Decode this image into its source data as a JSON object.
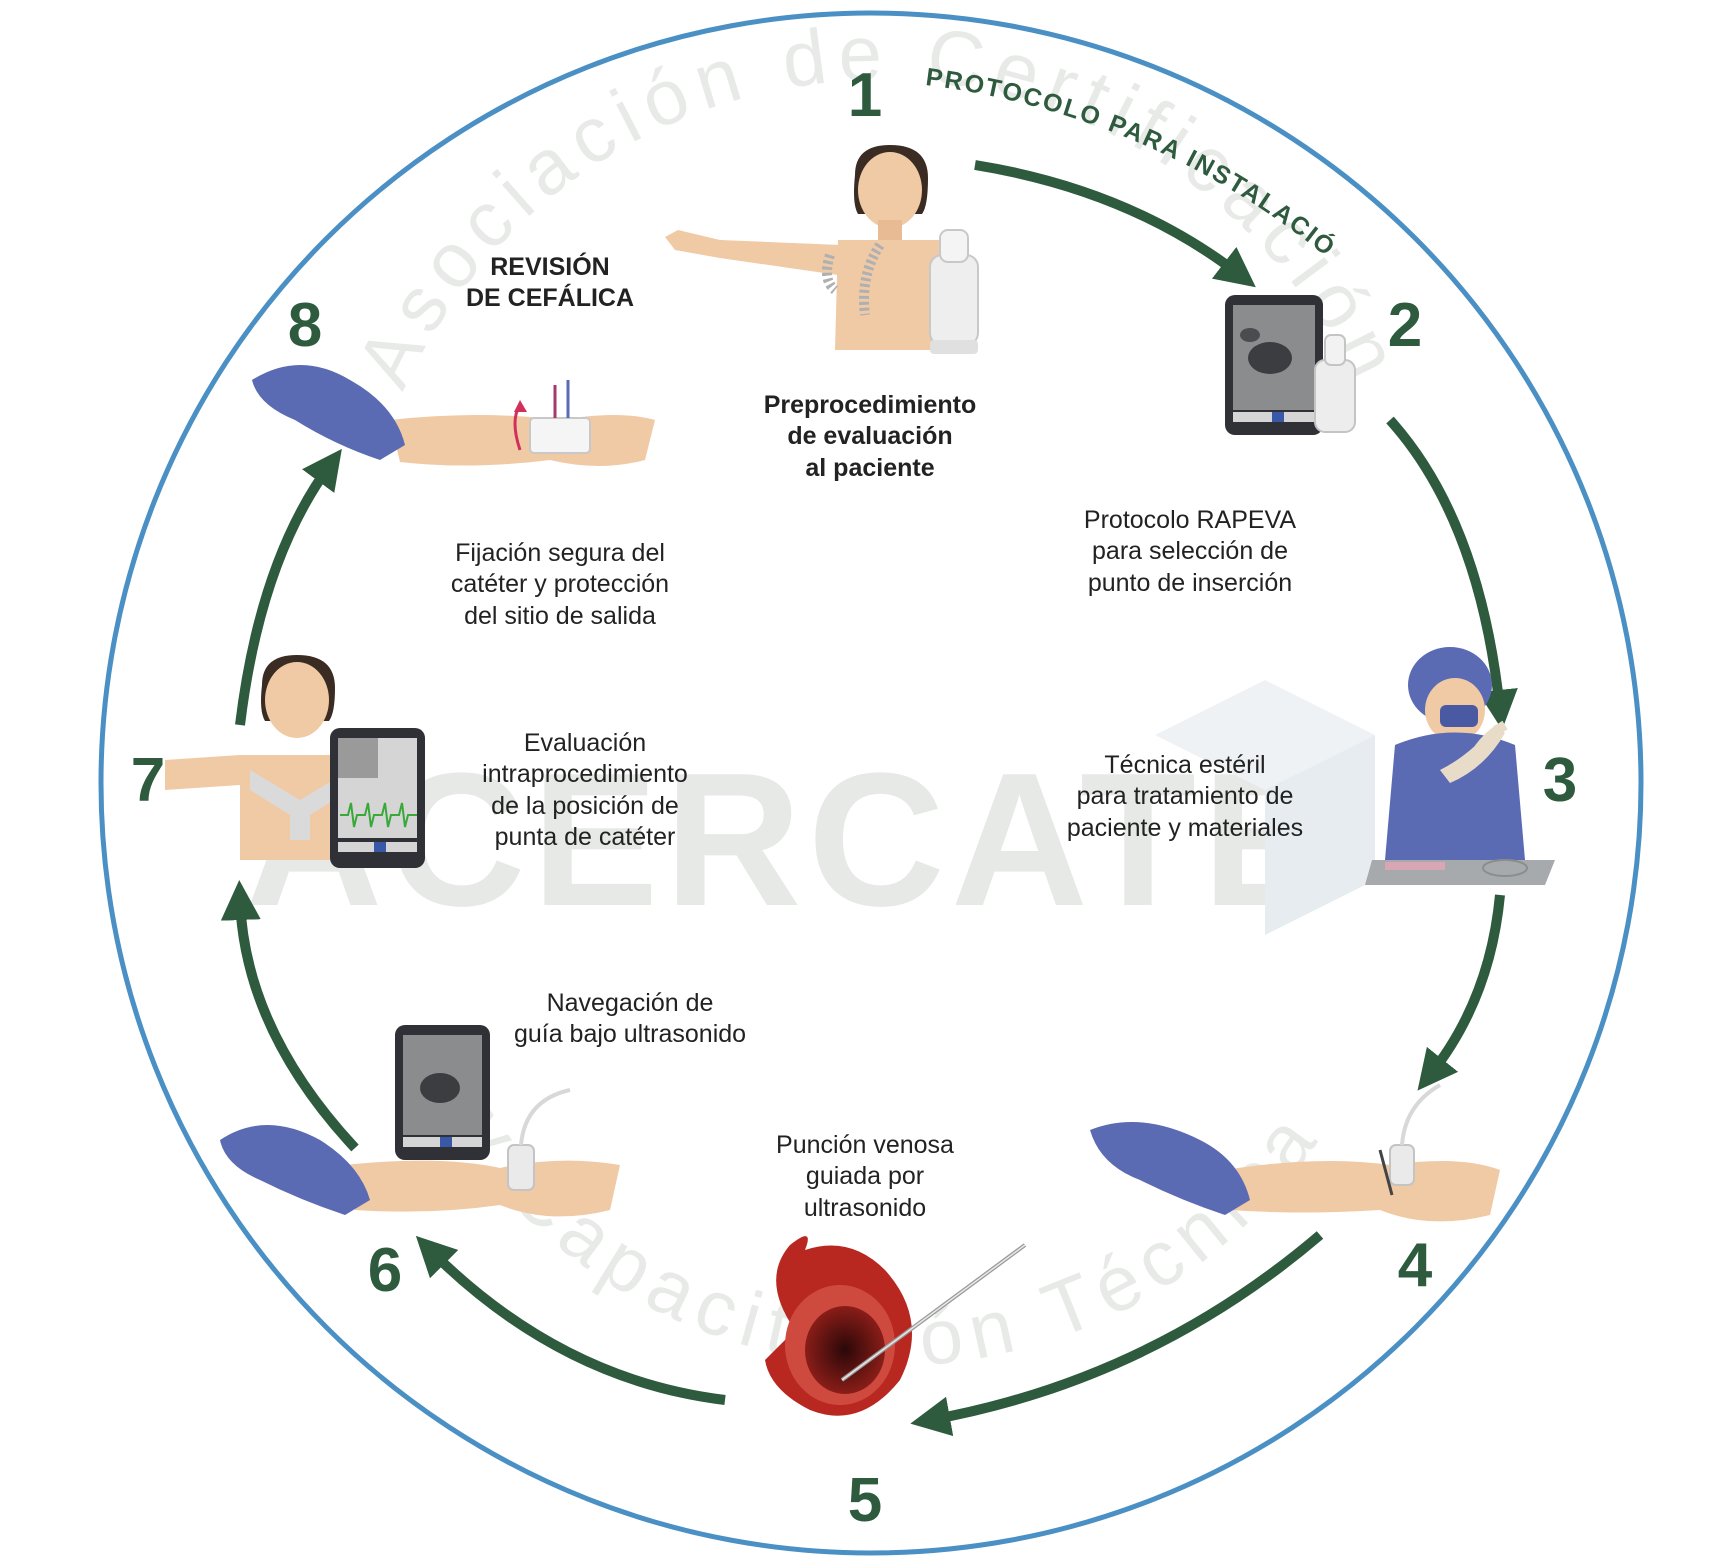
{
  "title": "PROTOCOLO PARA INSTALACIÓN",
  "watermark": {
    "brand": "ACERCATE",
    "org_line": "Asociación de Certificación",
    "sub_line": "y Capacitación Técnica"
  },
  "steps": [
    {
      "number": "1",
      "text": [
        "Preprocedimiento",
        "de evaluación",
        "al paciente"
      ],
      "icon": "patient-arm-measure-icon"
    },
    {
      "number": "2",
      "text": [
        "Protocolo RAPEVA",
        "para selección de",
        "punto de inserción"
      ],
      "icon": "ultrasound-tablet-icon"
    },
    {
      "number": "3",
      "text": [
        "Técnica estéril",
        "para tratamiento de",
        "paciente y materiales"
      ],
      "icon": "sterile-clinician-icon"
    },
    {
      "number": "4",
      "text": [],
      "icon": "arm-ultrasound-probe-icon"
    },
    {
      "number": "5",
      "text": [
        "Punción venosa",
        "guiada por",
        "ultrasonido"
      ],
      "icon": "vein-puncture-icon"
    },
    {
      "number": "6",
      "text": [
        "Navegación de",
        "guía bajo ultrasonido"
      ],
      "icon": "arm-guided-navigation-icon"
    },
    {
      "number": "7",
      "text": [
        "Evaluación",
        "intraprocedimiento",
        "de la posición de",
        "punta de catéter"
      ],
      "icon": "chest-ecg-tablet-icon"
    },
    {
      "number": "8",
      "text": [
        "Fijación segura del",
        "catéter y protección",
        "del sitio de salida"
      ],
      "icon": "arm-catheter-fixation-icon"
    }
  ],
  "note": [
    "REVISIÓN",
    "DE CEFÁLICA"
  ],
  "colors": {
    "ring": "#4a90c4",
    "arrow": "#2e5a3e",
    "number": "#2e5a3e",
    "skin": "#f0c9a5",
    "glove": "#5a6bb4",
    "vessel": "#b82820"
  }
}
